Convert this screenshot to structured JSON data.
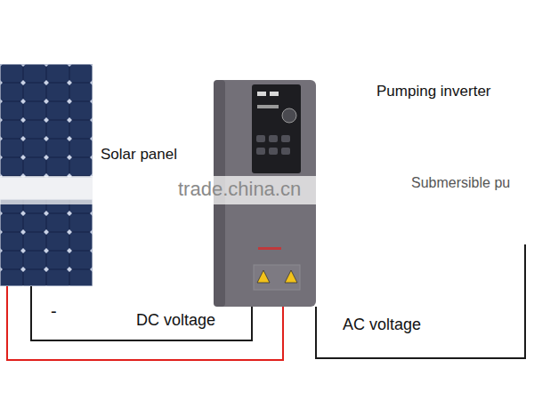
{
  "diagram": {
    "nodes": [
      {
        "text": [
          "Solar panel"
        ]
      },
      {
        "text": [
          "Pumping inverter"
        ]
      }
    ],
    "edges": [
      {
        "from": 0,
        "to": 1,
        "arrow": "none",
        "label": "DC voltage"
      },
      {
        "from": 0,
        "to": 1,
        "arrow": "none"
      }
    ],
    "labels": [
      "-",
      "AC voltage",
      "Submersible pu",
      "trade.china.cn"
    ]
  }
}
